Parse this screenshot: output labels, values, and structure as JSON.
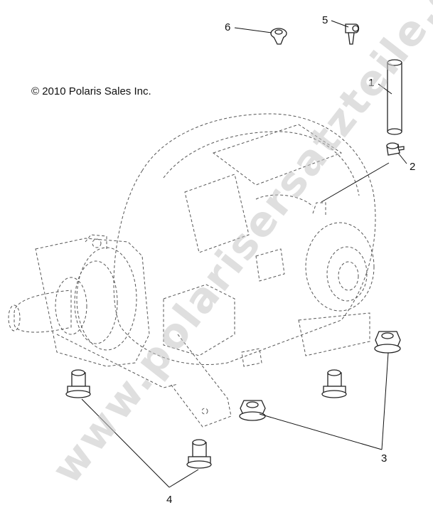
{
  "copyright": "© 2010 Polaris Sales Inc.",
  "watermark": "www.polarisersatzteile.de",
  "callouts": [
    "1",
    "2",
    "3",
    "4",
    "5",
    "6"
  ]
}
